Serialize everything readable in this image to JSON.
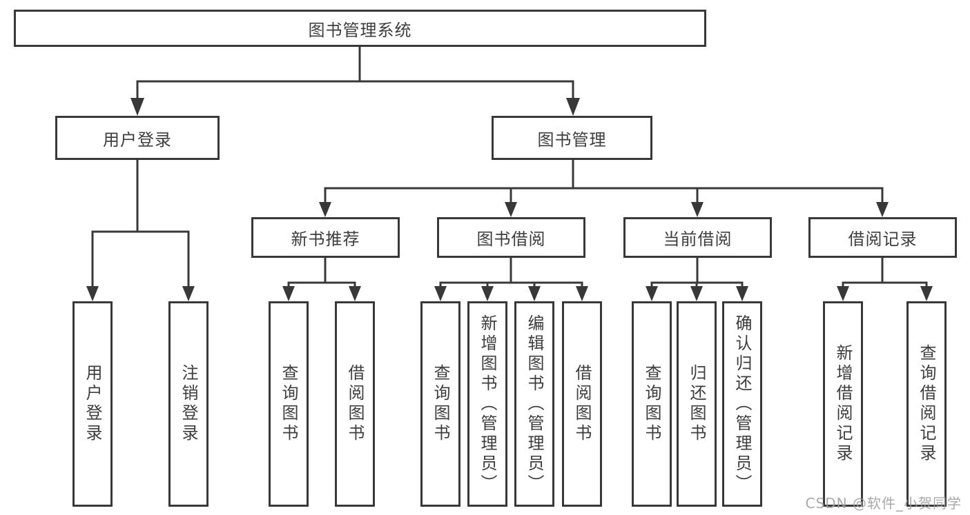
{
  "tree": {
    "root": {
      "label": "图书管理系统"
    },
    "level2": [
      {
        "label": "用户登录"
      },
      {
        "label": "图书管理"
      }
    ],
    "level3": [
      {
        "label": "新书推荐"
      },
      {
        "label": "图书借阅"
      },
      {
        "label": "当前借阅"
      },
      {
        "label": "借阅记录"
      }
    ],
    "leaves": {
      "user_login": [
        {
          "label": "用户登录"
        },
        {
          "label": "注销登录"
        }
      ],
      "new_book": [
        {
          "label": "查询图书"
        },
        {
          "label": "借阅图书"
        }
      ],
      "book_borrow": [
        {
          "label": "查询图书"
        },
        {
          "label": "新增图书（管理员）"
        },
        {
          "label": "编辑图书（管理员）"
        },
        {
          "label": "借阅图书"
        }
      ],
      "current_borrow": [
        {
          "label": "查询图书"
        },
        {
          "label": "归还图书"
        },
        {
          "label": "确认归还（管理员）"
        }
      ],
      "borrow_record": [
        {
          "label": "新增借阅记录"
        },
        {
          "label": "查询借阅记录"
        }
      ]
    }
  },
  "watermark": {
    "text": "CSDN @软件_小贺同学"
  },
  "colors": {
    "line": "#383838",
    "text": "#3d3d3d",
    "background": "#ffffff",
    "watermark": "#9e9e9e"
  }
}
